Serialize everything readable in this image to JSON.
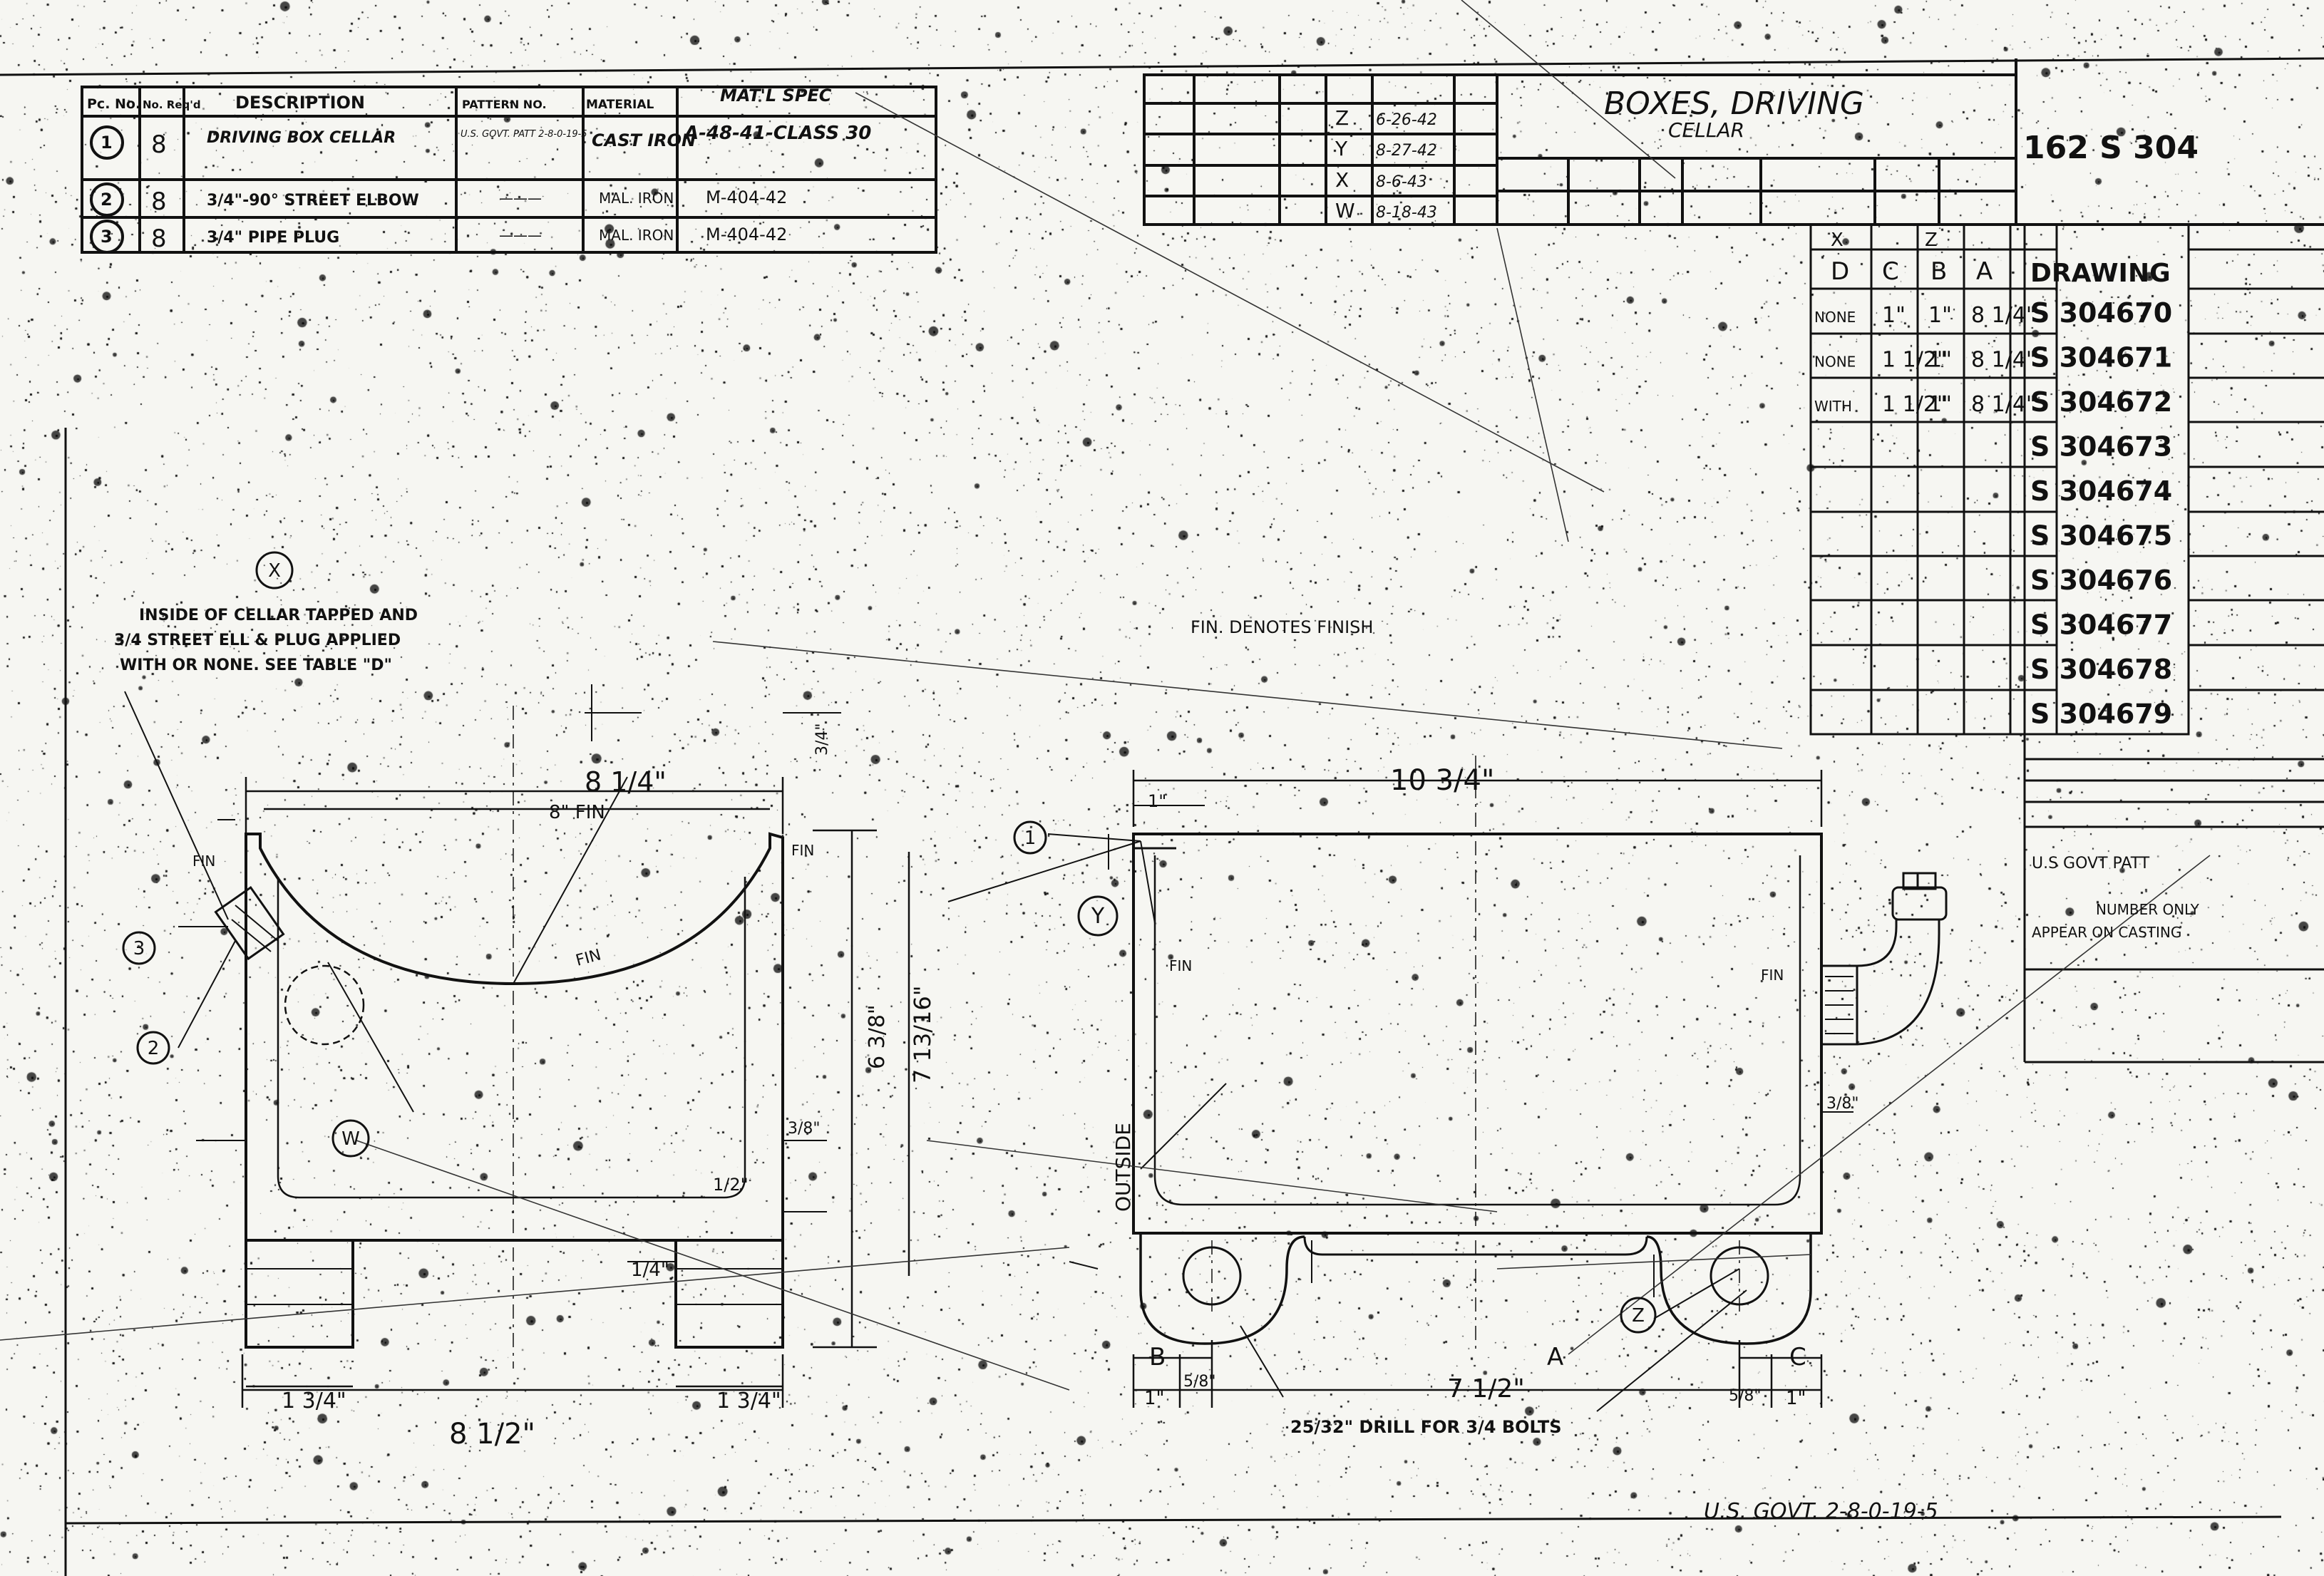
{
  "bom": {
    "headers": [
      "Pc. No.",
      "No. Req'd",
      "DESCRIPTION",
      "PATTERN NO.",
      "MATERIAL",
      "MAT'L SPEC"
    ],
    "rows": [
      {
        "pc": "1",
        "qty": "8",
        "desc": "DRIVING BOX CELLAR",
        "pattern": "U.S. GOVT. PATT 2-8-0-19-5",
        "material": "CAST IRON",
        "spec": "A-48-41-CLASS 30"
      },
      {
        "pc": "2",
        "qty": "8",
        "desc": "3/4\"-90° STREET ELBOW",
        "pattern": "———",
        "material": "MAL. IRON",
        "spec": "M-404-42"
      },
      {
        "pc": "3",
        "qty": "8",
        "desc": "3/4\" PIPE PLUG",
        "pattern": "———",
        "material": "MAL. IRON",
        "spec": "M-404-42"
      }
    ]
  },
  "revisions": {
    "rows": [
      {
        "letter": "Z",
        "date": "6-26-42"
      },
      {
        "letter": "Y",
        "date": "8-27-42"
      },
      {
        "letter": "X",
        "date": "8-6-43"
      },
      {
        "letter": "W",
        "date": "8-18-43"
      }
    ]
  },
  "title": {
    "main": "BOXES, DRIVING",
    "sub": "CELLAR",
    "number": "162 S 304"
  },
  "dash_table": {
    "col_groups": [
      "X",
      "Z"
    ],
    "headers": [
      "D",
      "C",
      "B",
      "A",
      "DRAWING"
    ],
    "rows": [
      {
        "d": "NONE",
        "c": "1\"",
        "b": "1\"",
        "a": "8 1/4\"",
        "drawing": "S 304670"
      },
      {
        "d": "NONE",
        "c": "1 1/2\"",
        "b": "1\"",
        "a": "8 1/4\"",
        "drawing": "S 304671"
      },
      {
        "d": "WITH",
        "c": "1 1/2\"",
        "b": "1\"",
        "a": "8 1/4\"",
        "drawing": "S 304672"
      },
      {
        "d": "",
        "c": "",
        "b": "",
        "a": "",
        "drawing": "S 304673"
      },
      {
        "d": "",
        "c": "",
        "b": "",
        "a": "",
        "drawing": "S 304674"
      },
      {
        "d": "",
        "c": "",
        "b": "",
        "a": "",
        "drawing": "S 304675"
      },
      {
        "d": "",
        "c": "",
        "b": "",
        "a": "",
        "drawing": "S 304676"
      },
      {
        "d": "",
        "c": "",
        "b": "",
        "a": "",
        "drawing": "S 304677"
      },
      {
        "d": "",
        "c": "",
        "b": "",
        "a": "",
        "drawing": "S 304678"
      },
      {
        "d": "",
        "c": "",
        "b": "",
        "a": "",
        "drawing": "S 304679"
      }
    ]
  },
  "notes": {
    "inside": [
      "INSIDE OF CELLAR TAPPED AND",
      "3/4 STREET ELL & PLUG APPLIED",
      "WITH OR NONE. SEE TABLE \"D\""
    ],
    "finish": "FIN. DENOTES FINISH",
    "drill": "25/32\" DRILL FOR 3/4 BOLTS",
    "govt_patt": [
      "U.S GOVT PATT",
      "NUMBER ONLY",
      "APPEAR ON CASTING"
    ],
    "footer": "U.S. GOVT. 2-8-0-19-5"
  },
  "dims": {
    "top_width": "8 1/4\"",
    "inner": "8\" FIN",
    "bottom_width": "8 1/2\"",
    "foot_left": "1 3/4\"",
    "foot_right": "1 3/4\"",
    "height_outer": "7 13/16\"",
    "height_inner": "6 3/8\"",
    "side_length": "10 3/4\"",
    "bolt_spacing": "7 1/2\"",
    "side_left": "1\"",
    "side_left_2": "5/8\"",
    "side_right": "5/8\"",
    "side_right_2": "1\"",
    "top_margin": "1\"",
    "wall": "3/8\"",
    "label_a": "A",
    "label_b": "B",
    "label_c": "C",
    "outside": "OUTSIDE",
    "fin": "FIN",
    "small_1": "1/4\"",
    "small_2": "1/2\"",
    "small_3": "3/8\"",
    "small_4": "3/4\""
  },
  "callouts": [
    "1",
    "2",
    "3",
    "X",
    "Y",
    "W",
    "Z"
  ]
}
